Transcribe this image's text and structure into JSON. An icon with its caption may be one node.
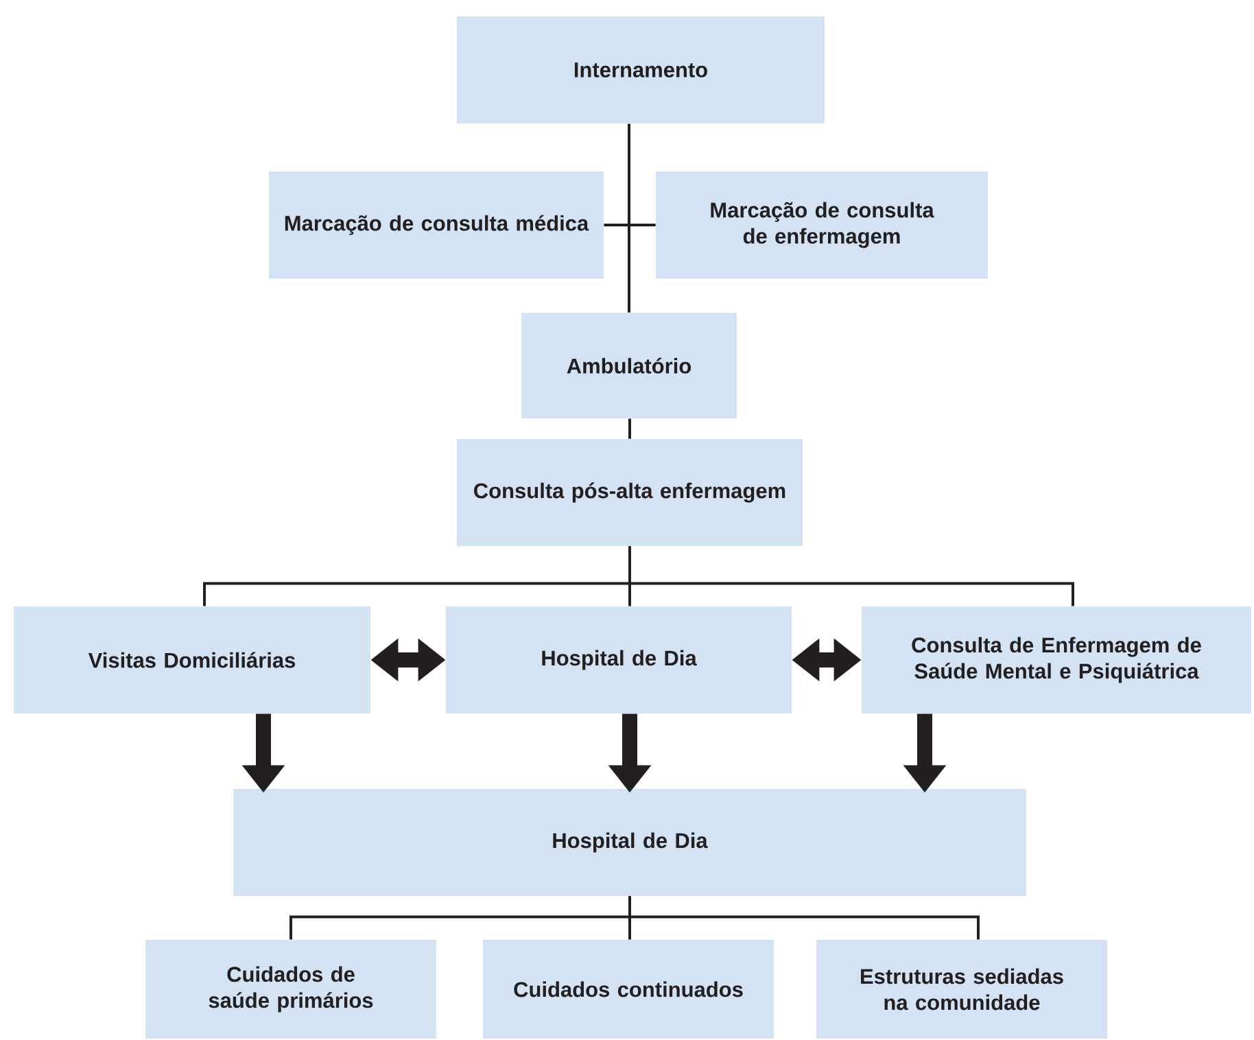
{
  "diagram": {
    "nodes": [
      {
        "text": [
          "Internamento"
        ]
      },
      {
        "text": [
          "Marcação de consulta médica"
        ]
      },
      {
        "text": [
          "Marcação de consulta de enfermagem"
        ]
      },
      {
        "text": [
          "Ambulatório"
        ]
      },
      {
        "text": [
          "Consulta pós-alta enfermagem"
        ]
      },
      {
        "text": [
          "Visitas Domiciliárias"
        ]
      },
      {
        "text": [
          "Hospital de Dia"
        ]
      },
      {
        "text": [
          "Consulta de Enfermagem de Saúde Mental e Psiquiátrica"
        ]
      },
      {
        "text": [
          "Hospital de Dia"
        ]
      },
      {
        "text": [
          "Cuidados de saúde primários"
        ]
      },
      {
        "text": [
          "Cuidados continuados"
        ]
      },
      {
        "text": [
          "Estruturas sediadas na comunidade"
        ]
      }
    ],
    "edges": [
      {
        "from": 0,
        "to": 3,
        "arrow": "none"
      },
      {
        "from": 1,
        "to": 2,
        "arrow": "none"
      },
      {
        "from": 3,
        "to": 4,
        "arrow": "none"
      },
      {
        "from": 4,
        "to": 5,
        "arrow": "none"
      },
      {
        "from": 4,
        "to": 6,
        "arrow": "none"
      },
      {
        "from": 4,
        "to": 7,
        "arrow": "none"
      },
      {
        "from": 5,
        "to": 6,
        "arrow": "both",
        "style": "thick"
      },
      {
        "from": 6,
        "to": 7,
        "arrow": "both",
        "style": "thick"
      },
      {
        "from": 5,
        "to": 8,
        "arrow": "to",
        "style": "thick"
      },
      {
        "from": 6,
        "to": 8,
        "arrow": "to",
        "style": "thick"
      },
      {
        "from": 7,
        "to": 8,
        "arrow": "to",
        "style": "thick"
      },
      {
        "from": 8,
        "to": 9,
        "arrow": "none"
      },
      {
        "from": 8,
        "to": 10,
        "arrow": "none"
      },
      {
        "from": 8,
        "to": 11,
        "arrow": "none"
      }
    ]
  }
}
